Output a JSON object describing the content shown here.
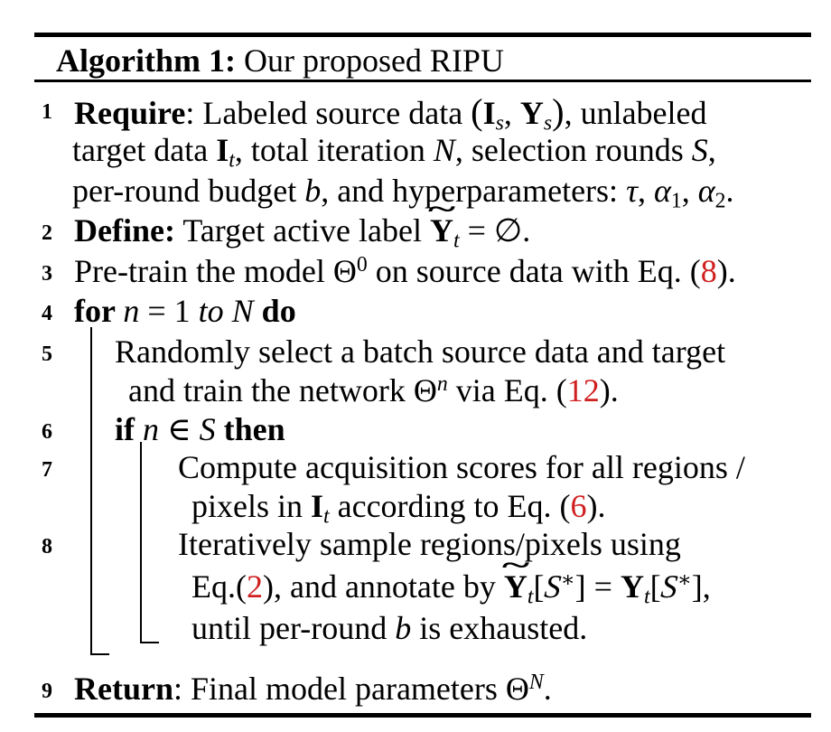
{
  "colors": {
    "red": "#d01f1f",
    "ink": "#000000",
    "paper": "#ffffff"
  },
  "glyphs": {
    "tilde": "~"
  },
  "title": {
    "bold": "Algorithm 1:",
    "rest": " Our proposed RIPU"
  },
  "rows": [
    {
      "num": "1",
      "ind": 0,
      "cont": false,
      "segs": [
        {
          "t": "Require",
          "s": "b"
        },
        {
          "t": ": Labeled source data ",
          "s": ""
        },
        {
          "t": "(",
          "s": "bigp"
        },
        {
          "t": "I",
          "s": "b"
        },
        {
          "t": "s",
          "s": "subi"
        },
        {
          "t": ", ",
          "s": ""
        },
        {
          "t": "Y",
          "s": "b"
        },
        {
          "t": "s",
          "s": "subi"
        },
        {
          "t": ")",
          "s": "bigp"
        },
        {
          "t": ", unlabeled",
          "s": ""
        }
      ]
    },
    {
      "num": "",
      "ind": 0,
      "cont": true,
      "segs": [
        {
          "t": "target data ",
          "s": ""
        },
        {
          "t": "I",
          "s": "b"
        },
        {
          "t": "t",
          "s": "subi"
        },
        {
          "t": ", total iteration ",
          "s": ""
        },
        {
          "t": "N",
          "s": "i"
        },
        {
          "t": ", selection rounds ",
          "s": ""
        },
        {
          "t": "S",
          "s": "i"
        },
        {
          "t": ",",
          "s": ""
        }
      ]
    },
    {
      "num": "",
      "ind": 0,
      "cont": true,
      "segs": [
        {
          "t": "per-round budget ",
          "s": ""
        },
        {
          "t": "b",
          "s": "i"
        },
        {
          "t": ", and hyperparameters: ",
          "s": ""
        },
        {
          "t": "τ",
          "s": "i"
        },
        {
          "t": ", ",
          "s": ""
        },
        {
          "t": "α",
          "s": "i"
        },
        {
          "t": "1",
          "s": "sub"
        },
        {
          "t": ", ",
          "s": ""
        },
        {
          "t": "α",
          "s": "i"
        },
        {
          "t": "2",
          "s": "sub"
        },
        {
          "t": ".",
          "s": ""
        }
      ]
    },
    {
      "num": "2",
      "ind": 0,
      "cont": false,
      "segs": [
        {
          "t": "Define:",
          "s": "b"
        },
        {
          "t": " Target active label ",
          "s": ""
        },
        {
          "t": "Y",
          "s": "tY"
        },
        {
          "t": "t",
          "s": "subi"
        },
        {
          "t": " = ",
          "s": ""
        },
        {
          "t": "∅",
          "s": ""
        },
        {
          "t": ".",
          "s": ""
        }
      ]
    },
    {
      "num": "3",
      "ind": 0,
      "cont": false,
      "segs": [
        {
          "t": "Pre-train the model ",
          "s": ""
        },
        {
          "t": "Θ",
          "s": ""
        },
        {
          "t": "0",
          "s": "sup"
        },
        {
          "t": " on source data with Eq. (",
          "s": ""
        },
        {
          "t": "8",
          "s": "red"
        },
        {
          "t": ").",
          "s": ""
        }
      ]
    },
    {
      "num": "4",
      "ind": 0,
      "cont": false,
      "segs": [
        {
          "t": "for ",
          "s": "b"
        },
        {
          "t": "n",
          "s": "i"
        },
        {
          "t": " = 1 ",
          "s": ""
        },
        {
          "t": "to",
          "s": "i"
        },
        {
          "t": " ",
          "s": ""
        },
        {
          "t": "N",
          "s": "i"
        },
        {
          "t": " do",
          "s": "b"
        }
      ]
    },
    {
      "num": "5",
      "ind": 1,
      "cont": false,
      "segs": [
        {
          "t": "Randomly select a batch source data and target",
          "s": ""
        }
      ]
    },
    {
      "num": "",
      "ind": 1,
      "cont": true,
      "segs": [
        {
          "t": "and train the network ",
          "s": ""
        },
        {
          "t": "Θ",
          "s": ""
        },
        {
          "t": "n",
          "s": "supi"
        },
        {
          "t": " via Eq. (",
          "s": ""
        },
        {
          "t": "12",
          "s": "red"
        },
        {
          "t": ").",
          "s": ""
        }
      ]
    },
    {
      "num": "6",
      "ind": 1,
      "cont": false,
      "segs": [
        {
          "t": "if ",
          "s": "b"
        },
        {
          "t": "n",
          "s": "i"
        },
        {
          "t": " ∈ ",
          "s": ""
        },
        {
          "t": "S",
          "s": "i"
        },
        {
          "t": " then",
          "s": "b"
        }
      ]
    },
    {
      "num": "7",
      "ind": 2,
      "cont": false,
      "segs": [
        {
          "t": "Compute acquisition scores for all regions /",
          "s": ""
        }
      ]
    },
    {
      "num": "",
      "ind": 2,
      "cont": true,
      "segs": [
        {
          "t": "pixels in ",
          "s": ""
        },
        {
          "t": "I",
          "s": "b"
        },
        {
          "t": "t",
          "s": "subi"
        },
        {
          "t": " according to Eq. (",
          "s": ""
        },
        {
          "t": "6",
          "s": "red"
        },
        {
          "t": ").",
          "s": ""
        }
      ]
    },
    {
      "num": "8",
      "ind": 2,
      "cont": false,
      "segs": [
        {
          "t": "Iteratively sample regions/pixels using",
          "s": ""
        }
      ]
    },
    {
      "num": "",
      "ind": 2,
      "cont": true,
      "segs": [
        {
          "t": "Eq.(",
          "s": ""
        },
        {
          "t": "2",
          "s": "red"
        },
        {
          "t": "), and annotate by ",
          "s": ""
        },
        {
          "t": "Y",
          "s": "tY"
        },
        {
          "t": "t",
          "s": "subi"
        },
        {
          "t": "[",
          "s": ""
        },
        {
          "t": "S",
          "s": "script"
        },
        {
          "t": "∗",
          "s": "sup"
        },
        {
          "t": "] = ",
          "s": ""
        },
        {
          "t": "Y",
          "s": "b"
        },
        {
          "t": "t",
          "s": "subi"
        },
        {
          "t": "[",
          "s": ""
        },
        {
          "t": "S",
          "s": "script"
        },
        {
          "t": "∗",
          "s": "sup"
        },
        {
          "t": "],",
          "s": ""
        }
      ]
    },
    {
      "num": "",
      "ind": 2,
      "cont": true,
      "segs": [
        {
          "t": "until per-round ",
          "s": ""
        },
        {
          "t": "b",
          "s": "i"
        },
        {
          "t": " is exhausted.",
          "s": ""
        }
      ]
    },
    {
      "num": "9",
      "ind": 0,
      "cont": false,
      "segs": [
        {
          "t": "Return",
          "s": "b"
        },
        {
          "t": ": Final model parameters ",
          "s": ""
        },
        {
          "t": "Θ",
          "s": ""
        },
        {
          "t": "N",
          "s": "supi"
        },
        {
          "t": ".",
          "s": ""
        }
      ]
    }
  ]
}
